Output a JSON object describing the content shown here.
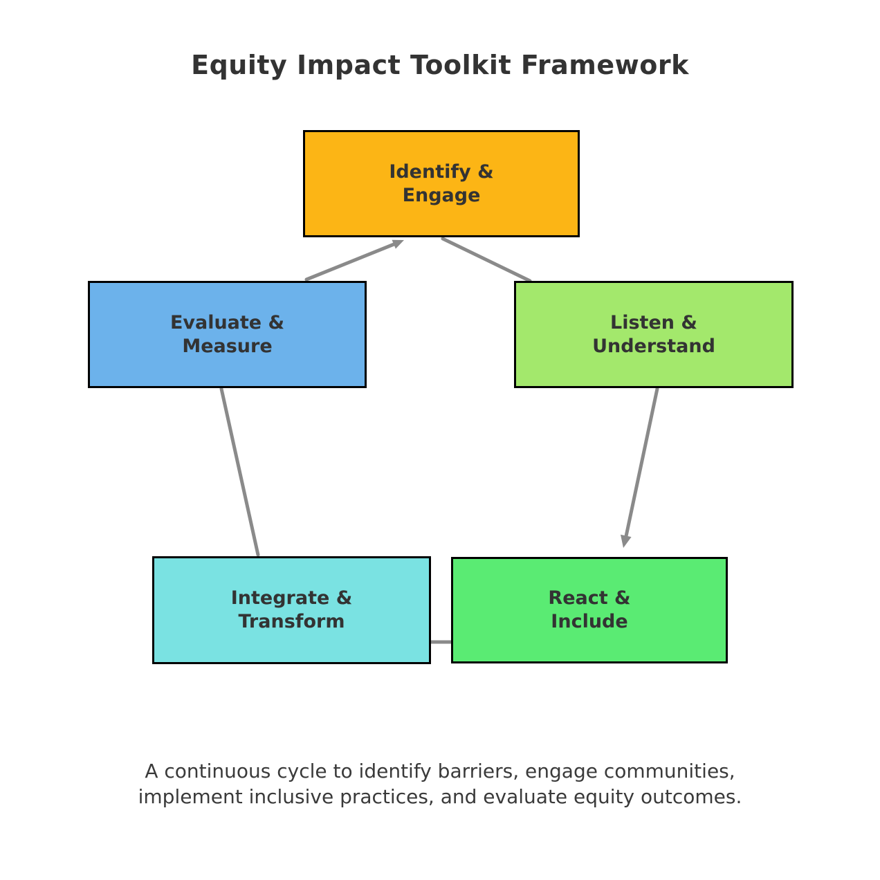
{
  "title": "Equity Impact Toolkit Framework",
  "caption": {
    "line1": "A continuous cycle to identify barriers, engage communities,",
    "line2": "implement inclusive practices, and evaluate equity outcomes."
  },
  "style": {
    "arrow_color": "#8A8A8A",
    "border_color": "#000000",
    "label_text_color": "#333333",
    "background_color": "#ffffff"
  },
  "diagram": {
    "nodes": [
      {
        "id": "identify-engage",
        "label_line1": "Identify &",
        "label_line2": "Engage",
        "color": "#FCB515"
      },
      {
        "id": "evaluate-measure",
        "label_line1": "Evaluate &",
        "label_line2": "Measure",
        "color": "#6CB2EB"
      },
      {
        "id": "listen-understand",
        "label_line1": "Listen &",
        "label_line2": "Understand",
        "color": "#A3E86C"
      },
      {
        "id": "integrate-transform",
        "label_line1": "Integrate &",
        "label_line2": "Transform",
        "color": "#7AE2E2"
      },
      {
        "id": "react-include",
        "label_line1": "React &",
        "label_line2": "Include",
        "color": "#5AEB73"
      }
    ],
    "edges": [
      {
        "from": "Identify & Engage",
        "to": "Listen & Understand",
        "arrowhead": false
      },
      {
        "from": "Listen & Understand",
        "to": "React & Include",
        "arrowhead": true
      },
      {
        "from": "React & Include",
        "to": "Integrate & Transform",
        "arrowhead": false
      },
      {
        "from": "Integrate & Transform",
        "to": "Evaluate & Measure",
        "arrowhead": false
      },
      {
        "from": "Evaluate & Measure",
        "to": "Identify & Engage",
        "arrowhead": true
      }
    ]
  }
}
